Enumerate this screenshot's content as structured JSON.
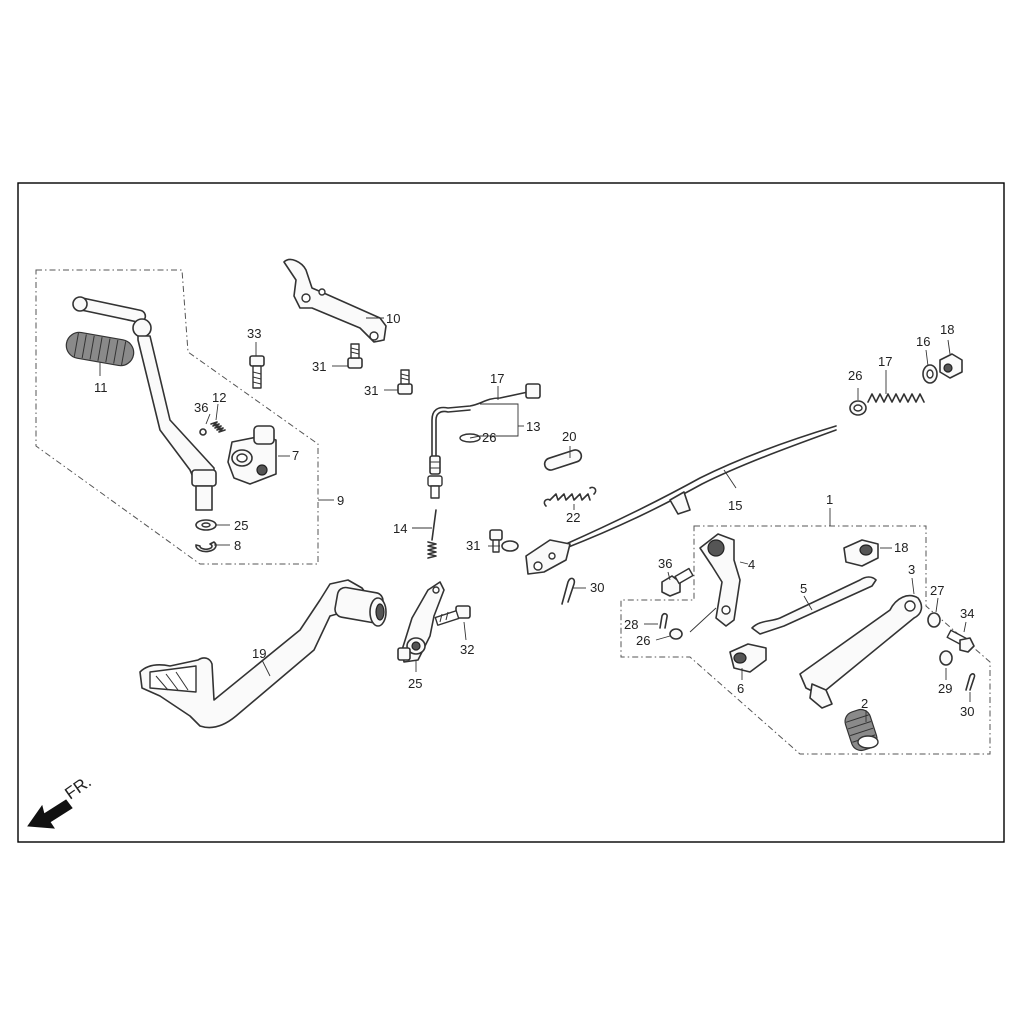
{
  "callouts": {
    "c1": "1",
    "c2": "2",
    "c3": "3",
    "c4": "4",
    "c5": "5",
    "c6": "6",
    "c7": "7",
    "c8": "8",
    "c9": "9",
    "c10": "10",
    "c11": "11",
    "c12": "12",
    "c13": "13",
    "c14": "14",
    "c15": "15",
    "c16": "16",
    "c17a": "17",
    "c17b": "17",
    "c18a": "18",
    "c18b": "18",
    "c19": "19",
    "c20": "20",
    "c22": "22",
    "c25a": "25",
    "c25b": "25",
    "c26a": "26",
    "c26b": "26",
    "c26c": "26",
    "c27": "27",
    "c28": "28",
    "c29": "29",
    "c30a": "30",
    "c30b": "30",
    "c31a": "31",
    "c31b": "31",
    "c31c": "31",
    "c32": "32",
    "c33": "33",
    "c34": "34",
    "c36a": "36",
    "c36b": "36"
  },
  "direction_label": "FR.",
  "icons": {
    "front": "front-arrow-icon"
  },
  "colors": {
    "line": "#333333",
    "grip": "#8a8a8a",
    "frame": "#000000"
  }
}
